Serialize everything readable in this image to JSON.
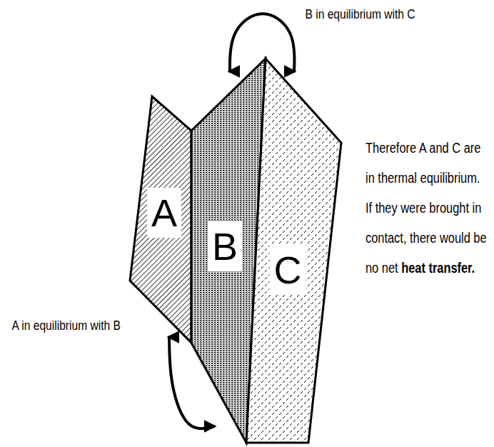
{
  "diagram": {
    "nodes": [
      {
        "text": [
          "A"
        ]
      },
      {
        "text": [
          "B"
        ]
      },
      {
        "text": [
          "C"
        ]
      }
    ],
    "edges": [
      {
        "from": 0,
        "to": 1,
        "arrow": "both",
        "label": "A in equilibrium with B"
      },
      {
        "from": 1,
        "to": 2,
        "arrow": "both",
        "label": "B in equilibrium with C"
      }
    ],
    "labels": [
      "Therefore A and C are in thermal equilibrium. If they were brought in contact, there would be no net",
      "heat transfer."
    ]
  }
}
